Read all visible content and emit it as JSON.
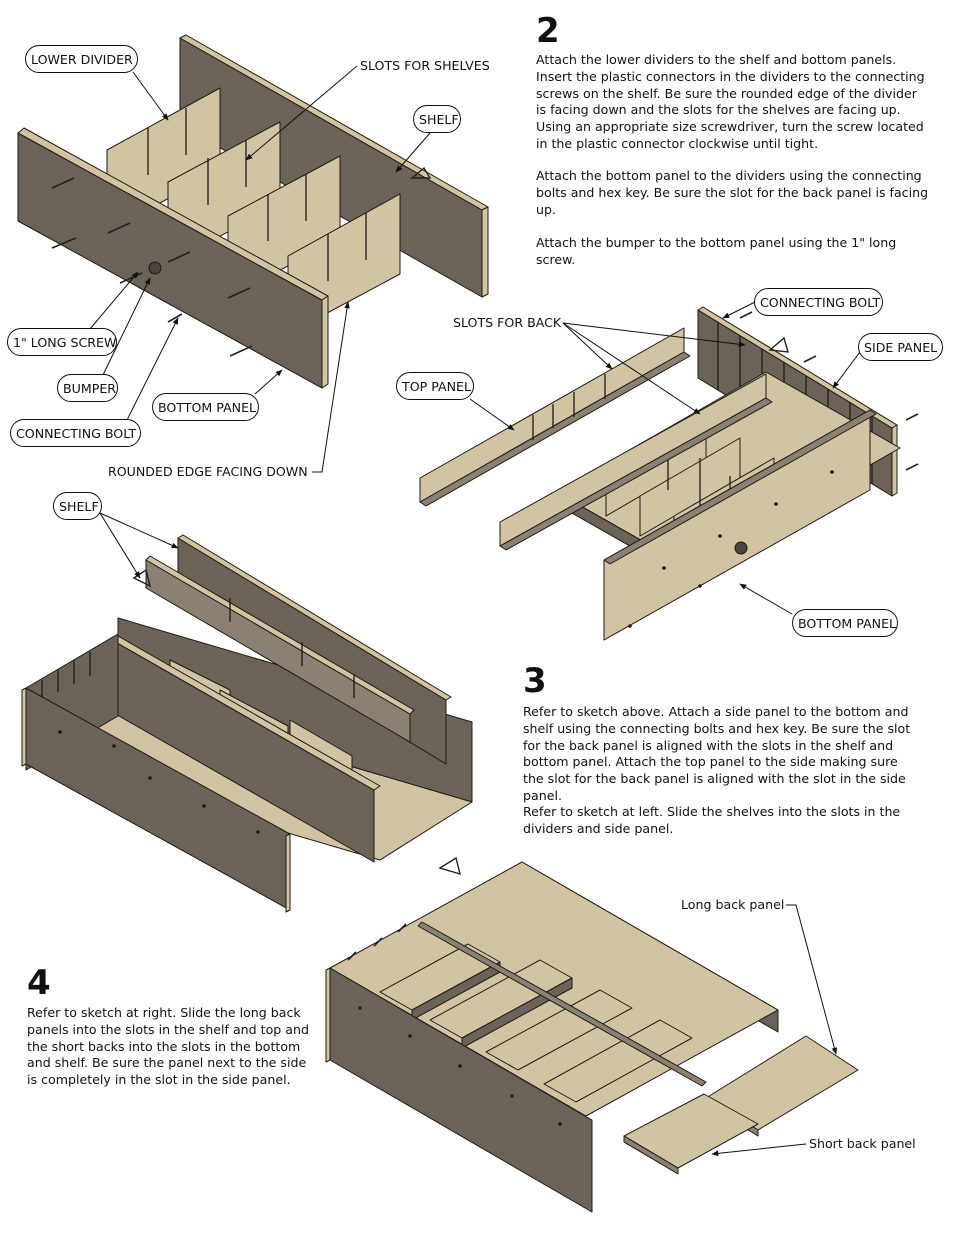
{
  "step2": {
    "number": "2",
    "para1": "Attach the lower dividers to the shelf and bottom panels.  Insert the plastic connectors in the dividers to the connecting screws on the shelf.  Be sure the rounded edge of the divider is facing down and the slots for the shelves are facing up.  Using an appropriate size screwdriver, turn the screw located in the plastic connector clockwise until tight.",
    "para2": "Attach the bottom panel to the dividers using the connecting bolts and hex key.  Be sure the slot for the back panel is facing up.",
    "para3": "Attach the bumper to the bottom panel using the 1\" long screw."
  },
  "step3": {
    "number": "3",
    "para1": "Refer to sketch above.  Attach a side panel to the bottom and shelf using the connecting bolts and hex key.  Be sure the slot for the back panel is aligned with the slots in the shelf and bottom panel.  Attach the top panel to the side making sure the slot for the back panel is aligned with the slot in the side panel.",
    "para2": "Refer to sketch at left.  Slide the shelves into the slots in the dividers and side panel."
  },
  "step4": {
    "number": "4",
    "para1": "Refer to sketch at right.  Slide the long back panels into the slots in the shelf and top and the short backs into the slots in the bottom and shelf.  Be sure the panel next to the side is completely in the slot in the side panel."
  },
  "labels": {
    "lower_divider": "LOWER DIVIDER",
    "slots_for_shelves": "SLOTS FOR SHELVES",
    "shelf_a": "SHELF",
    "long_screw": "1\" LONG SCREW",
    "bumper": "BUMPER",
    "bottom_panel_a": "BOTTOM PANEL",
    "connecting_bolt_a": "CONNECTING BOLT",
    "rounded_edge": "ROUNDED EDGE FACING DOWN",
    "slots_for_back": "SLOTS FOR BACK",
    "connecting_bolt_b": "CONNECTING BOLT",
    "side_panel": "SIDE PANEL",
    "top_panel": "TOP PANEL",
    "bottom_panel_b": "BOTTOM PANEL",
    "shelf_b": "SHELF",
    "long_back_panel": "Long back panel",
    "short_back_panel": "Short back panel"
  },
  "colors": {
    "panel_dark": "#6b6357",
    "panel_mid": "#8a8173",
    "panel_light": "#d2c4a3",
    "edge": "#1e1b17"
  }
}
